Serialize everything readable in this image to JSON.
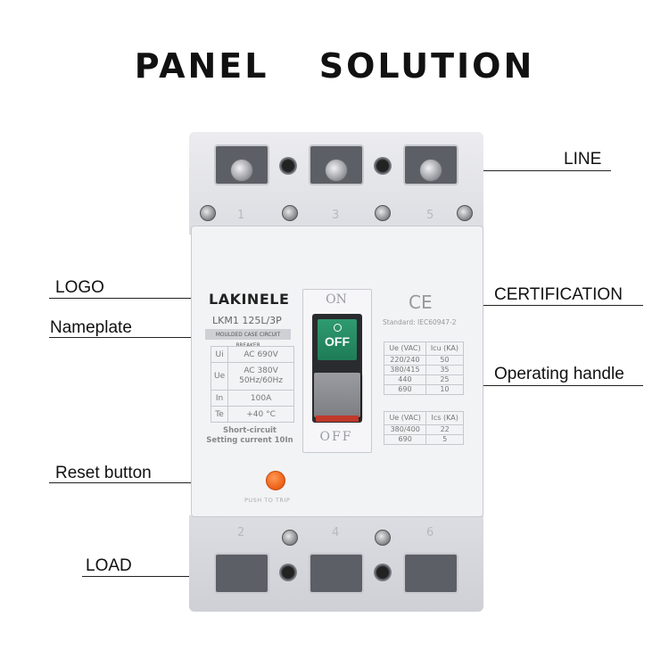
{
  "heading": "PANEL SOLUTION",
  "callouts": {
    "line": "LINE",
    "logo": "LOGO",
    "certification": "CERTIFICATION",
    "nameplate": "Nameplate",
    "operating_handle": "Operating handle",
    "reset_button": "Reset button",
    "load": "LOAD"
  },
  "breaker": {
    "brand": "LAKINELE",
    "model": "LKM1 125L/3P",
    "type": "MOULDED CASE CIRCUIT BREAKER",
    "top_terminal_numbers": [
      "1",
      "3",
      "5"
    ],
    "bottom_terminal_numbers": [
      "2",
      "4",
      "6"
    ],
    "ratings": [
      {
        "key": "Ui",
        "value": "AC 690V"
      },
      {
        "key": "Ue",
        "value": "AC 380V 50Hz/60Hz"
      },
      {
        "key": "In",
        "value": "100A"
      },
      {
        "key": "Te",
        "value": "+40 °C"
      }
    ],
    "short_circuit": "Short-circuit",
    "setting_current": "Setting current 10In",
    "on_label": "ON",
    "off_label": "OFF",
    "indicator_label": "OFF",
    "ce_mark": "CE",
    "standard": "Standard: IEC60947-2",
    "icu_table": {
      "headers": [
        "Ue (VAC)",
        "Icu (KA)"
      ],
      "rows": [
        [
          "220/240",
          "50"
        ],
        [
          "380/415",
          "35"
        ],
        [
          "440",
          "25"
        ],
        [
          "690",
          "10"
        ]
      ]
    },
    "ics_table": {
      "headers": [
        "Ue (VAC)",
        "Ics (KA)"
      ],
      "rows": [
        [
          "380/400",
          "22"
        ],
        [
          "690",
          "5"
        ]
      ]
    },
    "push_to_trip": "PUSH TO TRIP",
    "colors": {
      "body": "#dcdde2",
      "indicator_green": "#1e7c57",
      "reset_orange": "#ec5d13"
    }
  }
}
